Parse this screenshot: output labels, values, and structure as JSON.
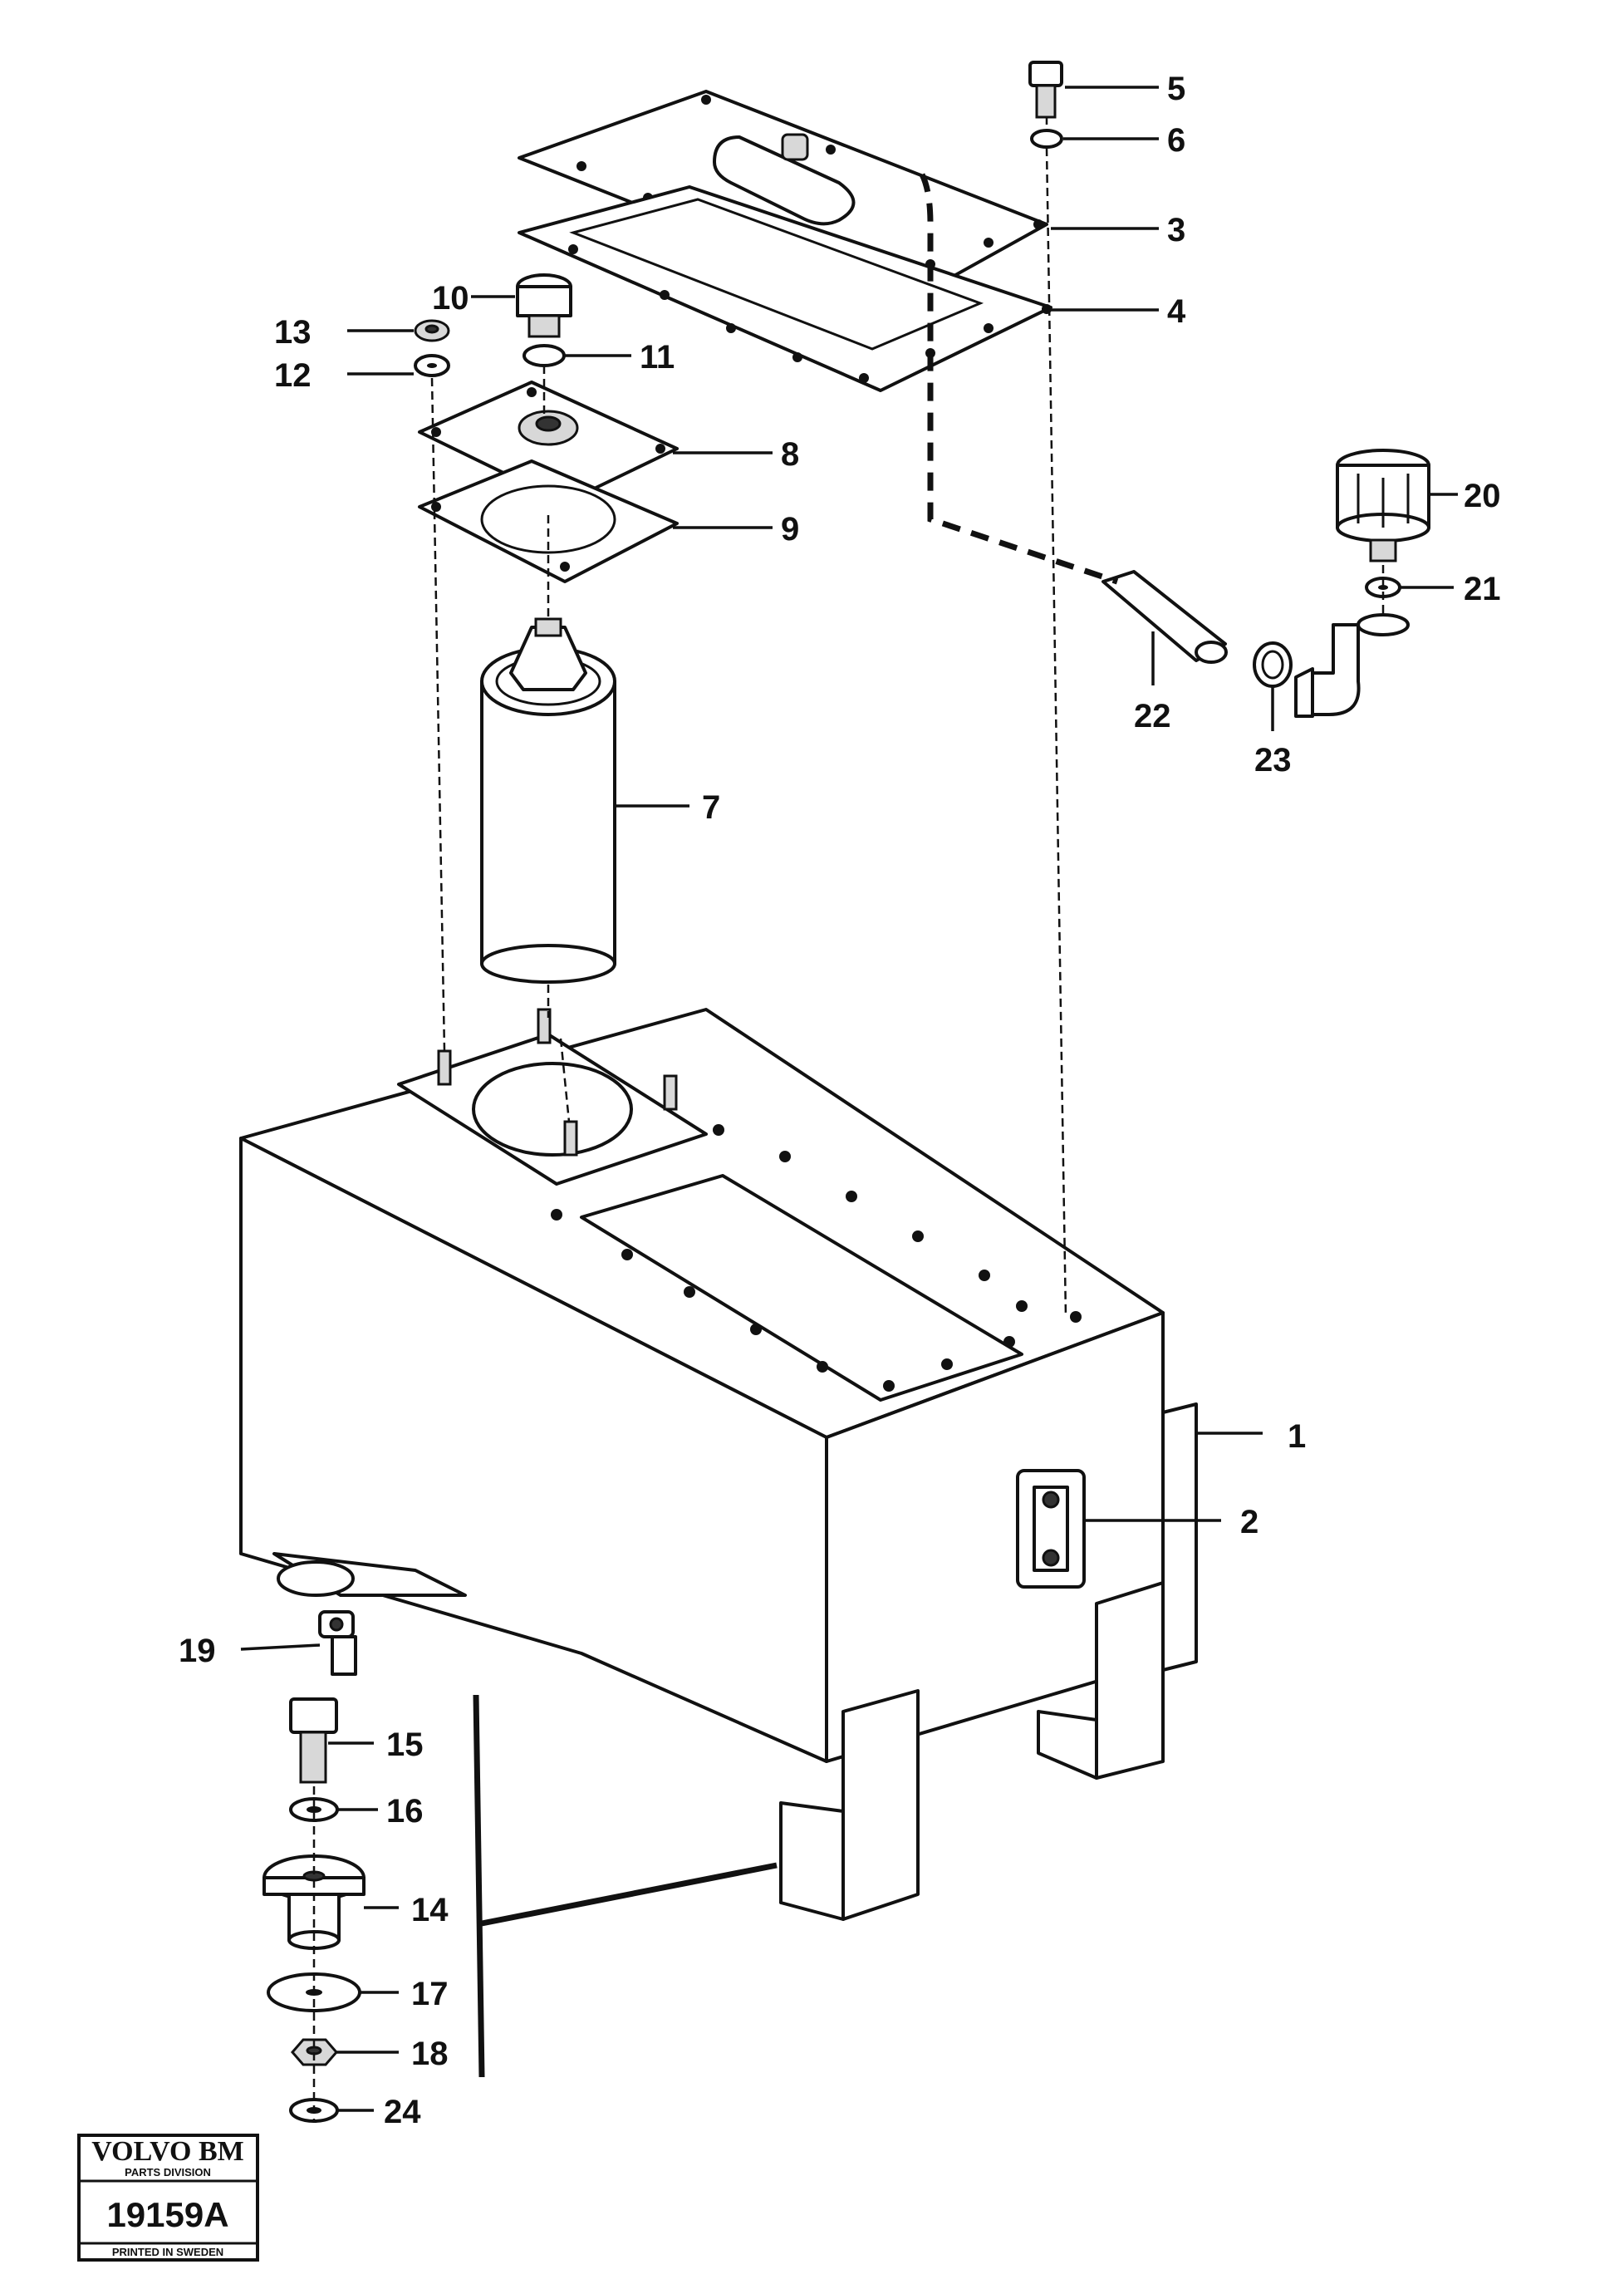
{
  "callouts": {
    "c1": "1",
    "c2": "2",
    "c3": "3",
    "c4": "4",
    "c5": "5",
    "c6": "6",
    "c7": "7",
    "c8": "8",
    "c9": "9",
    "c10": "10",
    "c11": "11",
    "c12": "12",
    "c13": "13",
    "c14": "14",
    "c15": "15",
    "c16": "16",
    "c17": "17",
    "c18": "18",
    "c19": "19",
    "c20": "20",
    "c21": "21",
    "c22": "22",
    "c23": "23",
    "c24": "24"
  },
  "stamp": {
    "brand": "VOLVO BM",
    "division": "PARTS DIVISION",
    "number": "19159A",
    "printed": "PRINTED IN SWEDEN"
  }
}
